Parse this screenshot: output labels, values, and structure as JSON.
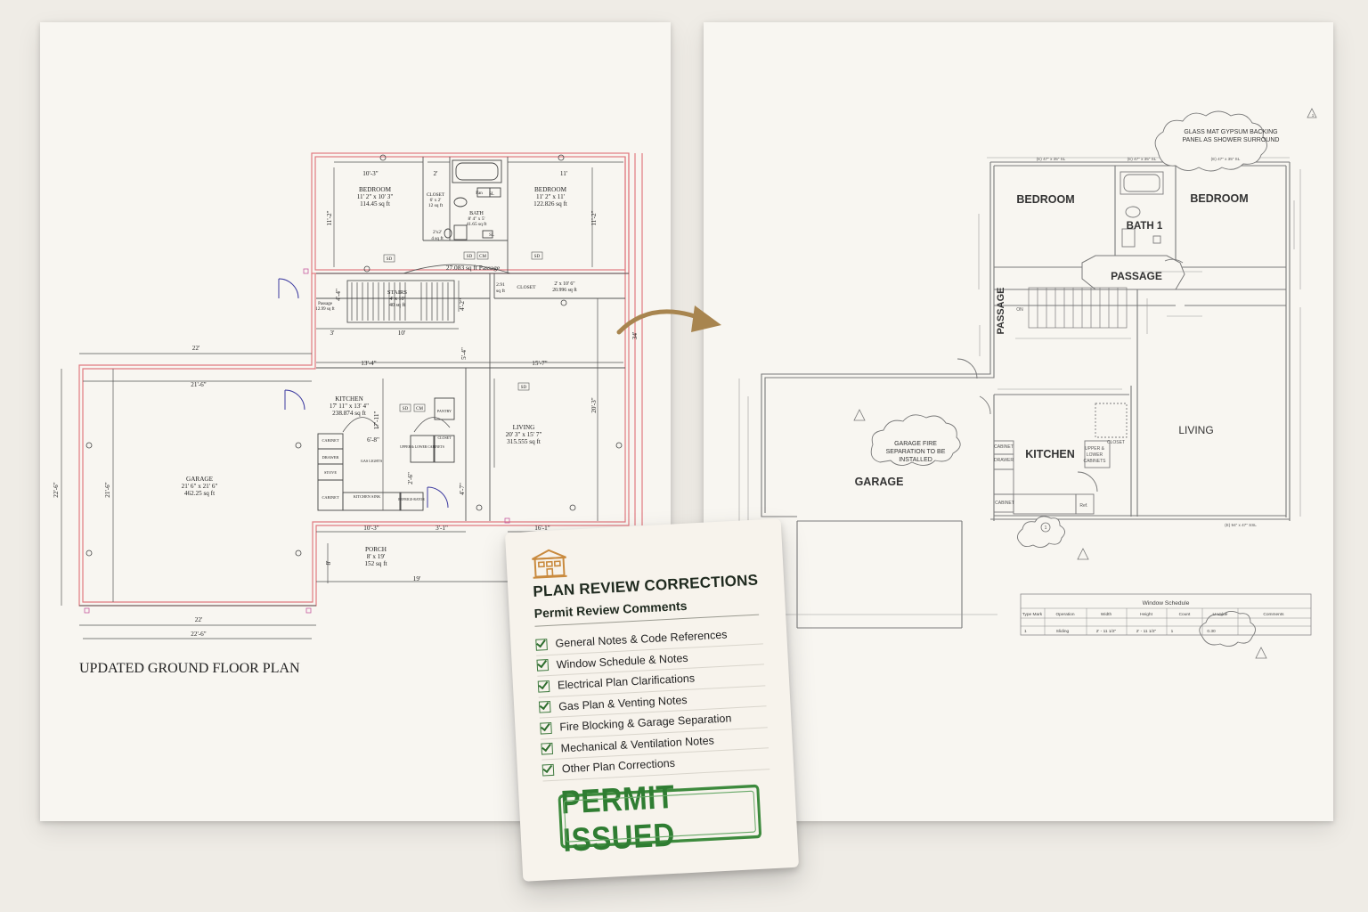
{
  "left_plan": {
    "caption": "UPDATED GROUND FLOOR PLAN",
    "rooms": {
      "bedroom_left": {
        "name": "BEDROOM",
        "dims": "11' 2\" x 10' 3\"",
        "area": "114.45 sq ft"
      },
      "closet": {
        "name": "CLOSET",
        "dims": "6' x 2'",
        "area": "12 sq ft"
      },
      "bath": {
        "name": "BATH",
        "dims": "8' 4\" x 5'",
        "area": "41.65 sq ft"
      },
      "bedroom_right": {
        "name": "BEDROOM",
        "dims": "11' 2\" x 11'",
        "area": "122.826 sq ft"
      },
      "small_closet": {
        "dims": "2'x2'",
        "area": "4 sq ft"
      },
      "passage_main": {
        "text": "27.083 sq ft Passage"
      },
      "stairs": {
        "name": "STAIRS",
        "dims": "4' x 10'",
        "area": "40 sq ft"
      },
      "passage_side": {
        "name": "Passage",
        "area": "12.99 sq ft"
      },
      "closet2": {
        "name": "CLOSET",
        "dims": "2' x 10' 6\"",
        "area": "20.996 sq ft",
        "side": "2.91",
        "side_area": "sq ft"
      },
      "kitchen": {
        "name": "KITCHEN",
        "dims": "17' 11\" x 13' 4\"",
        "area": "238.874 sq ft"
      },
      "living": {
        "name": "LIVING",
        "dims": "20' 3\" x 15' 7\"",
        "area": "315.555 sq ft"
      },
      "garage": {
        "name": "GARAGE",
        "dims": "21' 6\" x 21' 6\"",
        "area": "462.25 sq ft"
      },
      "porch": {
        "name": "PORCH",
        "dims": "8' x 19'",
        "area": "152 sq ft"
      }
    },
    "labels": {
      "sd": "SD",
      "cm": "CM",
      "sl": "SL",
      "fan": "Fan",
      "cabinet": "CABINET",
      "drawer": "DRAWER",
      "stove": "STOVE",
      "sink": "KITCHEN SINK",
      "fridge": "REFRIGE-RATOR",
      "gas_lights": "GAS LIGHTS",
      "pantry": "PANTRY",
      "upper_lower": "UPPER & LOWER CABINETS",
      "closet_small": "CLOSET"
    },
    "dims": {
      "d10_3": "10'-3\"",
      "d2": "2'",
      "d11": "11'",
      "d11_2": "11'-2\"",
      "d34": "34'",
      "d22": "22'",
      "d21_6": "21'-6\"",
      "d22_6": "22'-6\"",
      "d13_4": "13'-4\"",
      "d15_7": "15'-7\"",
      "d3": "3'",
      "d10": "10'",
      "d4_4": "4'-4\"",
      "d17_11": "17'-11\"",
      "d6_8": "6'-8\"",
      "d20_3": "20'-3\"",
      "d16_1": "16'-1\"",
      "d10_3b": "10'-3\"",
      "d3_1": "3'-1\"",
      "d19": "19'",
      "d8": "8'",
      "d4_2": "4'-2\"",
      "d5_4": "5'-4\"",
      "d2_6": "2'-6\"",
      "d4_7": "4'-7\"",
      "d22b": "22'",
      "d22_6b": "22'-6\""
    }
  },
  "right_plan": {
    "rooms": {
      "bedroom_left": "BEDROOM",
      "bedroom_right": "BEDROOM",
      "bath": "BATH 1",
      "passage": "PASSAGE",
      "passage_vertical": "PASSAGE",
      "kitchen": "KITCHEN",
      "living": "LIVING",
      "garage": "GARAGE"
    },
    "notes": {
      "shower_line1": "GLASS MAT GYPSUM BACKING",
      "shower_line2": "PANEL AS SHOWER SURROUND",
      "garage_line1": "GARAGE FIRE",
      "garage_line2": "SEPARATION TO BE",
      "garage_line3": "INSTALLED"
    },
    "labels": {
      "cabinet": "CABINET",
      "drawer": "DRAWER",
      "closet": "CLOSET",
      "upper1": "UPPER &",
      "upper2": "LOWER",
      "upper3": "CABINETS",
      "cabinet2": "CABINET",
      "ref": "Ref.",
      "on": "ON",
      "window_top1": "(E) 47\" x 35\" SL",
      "window_top2": "(E) 47\" x 35\" SL",
      "window_top3": "(E) 47\" x 35\" SL",
      "window_bottom": "(E) 94\" x 47\" SSL",
      "callout": "1",
      "rev": "1"
    },
    "window_schedule": {
      "title": "Window Schedule",
      "headers": [
        "Type Mark",
        "Operation",
        "Width",
        "Height",
        "Count",
        "U-Value",
        "Comments"
      ],
      "row": [
        "1",
        "Sliding",
        "2' - 11 1/2\"",
        "2' - 11 1/2\"",
        "1",
        "0.30",
        ""
      ]
    }
  },
  "card": {
    "title": "PLAN REVIEW CORRECTIONS",
    "subtitle": "Permit Review Comments",
    "items": [
      "General Notes & Code References",
      "Window Schedule & Notes",
      "Electrical Plan Clarifications",
      "Gas Plan & Venting Notes",
      "Fire Blocking & Garage Separation",
      "Mechanical & Ventilation Notes",
      "Other Plan Corrections"
    ],
    "stamp": "PERMIT ISSUED"
  },
  "colors": {
    "wall_red": "#e07a80",
    "arrow": "#a8854f",
    "stamp_green": "#2f7d32"
  }
}
